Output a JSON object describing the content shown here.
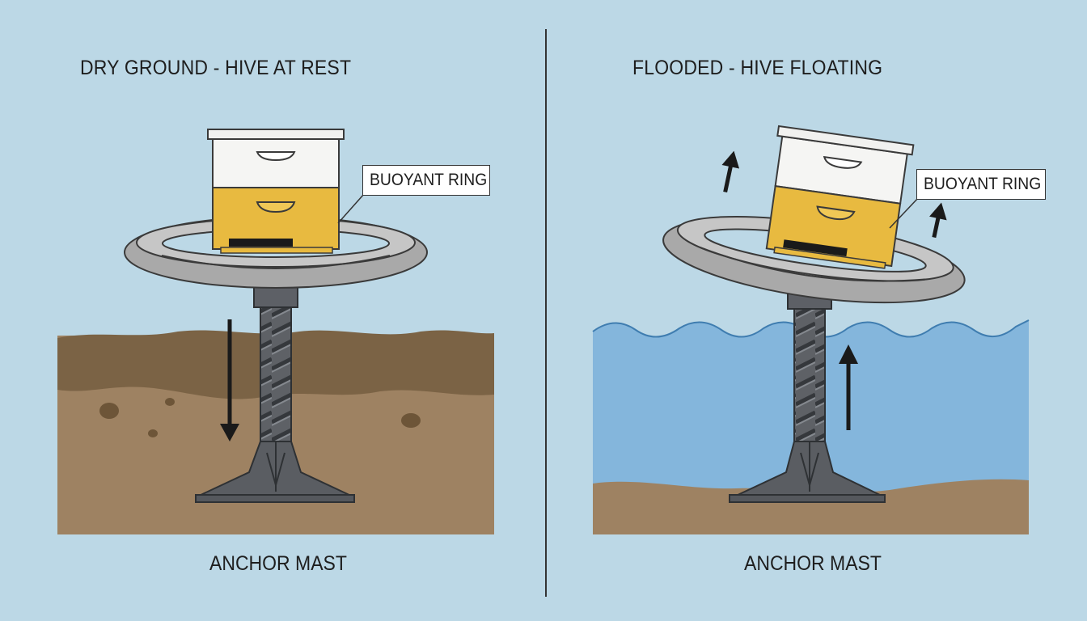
{
  "left_panel": {
    "title": "DRY GROUND - HIVE AT REST",
    "callout": "BUOYANT RING",
    "caption": "ANCHOR MAST"
  },
  "right_panel": {
    "title": "FLOODED - HIVE FLOATING",
    "callout": "BUOYANT RING",
    "caption": "ANCHOR MAST"
  },
  "colors": {
    "background": "#bcd8e6",
    "soil_dark": "#7b6345",
    "soil_light": "#9e8262",
    "water": "#84b6dc",
    "ring": "#bcbcbc",
    "hive_top": "#f5f5f3",
    "hive_bottom": "#e8ba40",
    "metal": "#5f6268"
  }
}
